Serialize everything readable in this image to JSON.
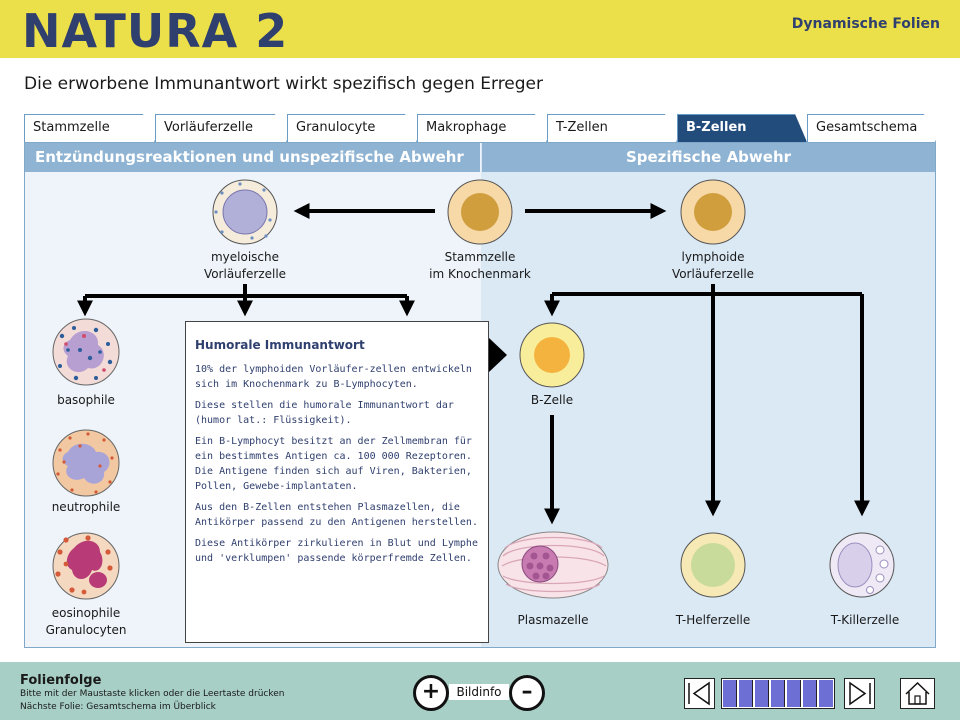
{
  "header": {
    "logo": "NATURA 2",
    "subtitle": "Dynamische Folien"
  },
  "page_title": "Die erworbene Immunantwort wirkt spezifisch gegen Erreger",
  "tabs": [
    {
      "label": "Stammzelle"
    },
    {
      "label": "Vorläuferzelle"
    },
    {
      "label": "Granulocyte"
    },
    {
      "label": "Makrophage"
    },
    {
      "label": "T-Zellen"
    },
    {
      "label": "B-Zellen",
      "active": true
    },
    {
      "label": "Gesamtschema"
    }
  ],
  "sections": {
    "left": "Entzündungsreaktionen und unspezifische Abwehr",
    "right": "Spezifische Abwehr"
  },
  "cells": {
    "myeloid": {
      "line1": "myeloische",
      "line2": "Vorläuferzelle"
    },
    "stem": {
      "line1": "Stammzelle",
      "line2": "im Knochenmark"
    },
    "lymphoid": {
      "line1": "lymphoide",
      "line2": "Vorläuferzelle"
    },
    "basophil": "basophile",
    "neutrophil": "neutrophile",
    "eosinophil": {
      "line1": "eosinophile",
      "line2": "Granulocyten"
    },
    "bcell": "B-Zelle",
    "plasma": "Plasmazelle",
    "thelper": "T-Helferzelle",
    "tkiller": "T-Killerzelle"
  },
  "infobox": {
    "title": "Humorale Immunantwort",
    "paragraphs": [
      "10% der lymphoiden Vorläufer-zellen entwickeln sich im Knochenmark zu B-Lymphocyten.",
      "Diese stellen die humorale Immunantwort dar (humor lat.: Flüssigkeit).",
      "Ein B-Lymphocyt besitzt an der Zellmembran für ein bestimmtes Antigen ca. 100 000 Rezeptoren. Die Antigene finden sich auf Viren, Bakterien, Pollen, Gewebe-implantaten.",
      "Aus den B-Zellen entstehen Plasmazellen, die Antikörper passend zu den Antigenen herstellen.",
      "Diese Antikörper zirkulieren in Blut und Lymphe und 'verklumpen' passende körperfremde Zellen."
    ]
  },
  "footer": {
    "title": "Folienfolge",
    "line1": "Bitte mit der Maustaste klicken oder die Leertaste drücken",
    "line2": "Nächste Folie:  Gesamtschema im Überblick",
    "plus": "+",
    "minus": "–",
    "bildinfo": "Bildinfo"
  },
  "progress": {
    "segments": 7
  },
  "colors": {
    "yellow": "#ece04a",
    "navy": "#2f3f6e",
    "tab_active": "#214c7c",
    "footer": "#a7cfc6",
    "progress": "#6d6fd4"
  },
  "icons": [
    "arrow-left-icon",
    "arrow-right-icon",
    "home-icon"
  ]
}
